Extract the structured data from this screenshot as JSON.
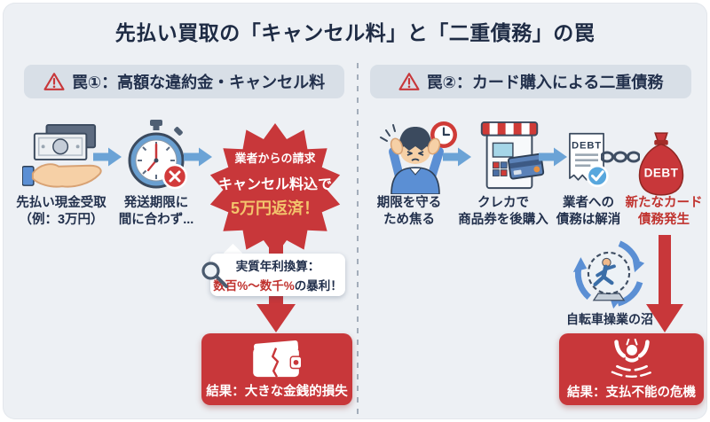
{
  "title": "先払い買取の「キャンセル料」と「二重債務」の罠",
  "colors": {
    "background": "#edf0f4",
    "header_pill_bg": "#d8dfe7",
    "navy_text": "#22304c",
    "accent_red": "#c8373a",
    "arrow_blue": "#6ba3d6",
    "gold_text": "#f3c46c"
  },
  "left": {
    "header": "罠①：高額な違約金・キャンセル料",
    "step1": {
      "line1": "先払い現金受取",
      "line2": "（例：3万円）"
    },
    "step2": {
      "line1": "発送期限に",
      "line2": "間に合わず..."
    },
    "burst": {
      "line1": "業者からの請求",
      "line2": "キャンセル料込で",
      "line3": "5万円返済！"
    },
    "callout": {
      "line1": "実質年利換算：",
      "highlight": "数百%〜数千%",
      "suffix": "の暴利！"
    },
    "result": "結果：大きな金銭的損失"
  },
  "right": {
    "header": "罠②：カード購入による二重債務",
    "step1": {
      "line1": "期限を守る",
      "line2": "ため焦る"
    },
    "step2": {
      "line1": "クレカで",
      "line2": "商品券を後購入"
    },
    "step3": {
      "line1": "業者への",
      "line2": "債務は解消"
    },
    "step4": {
      "line1": "新たなカード",
      "line2": "債務発生"
    },
    "receipt_text": "DEBT",
    "bag_text": "DEBT",
    "cycle_label": "自転車操業の沼",
    "result": "結果：支払不能の危機"
  }
}
